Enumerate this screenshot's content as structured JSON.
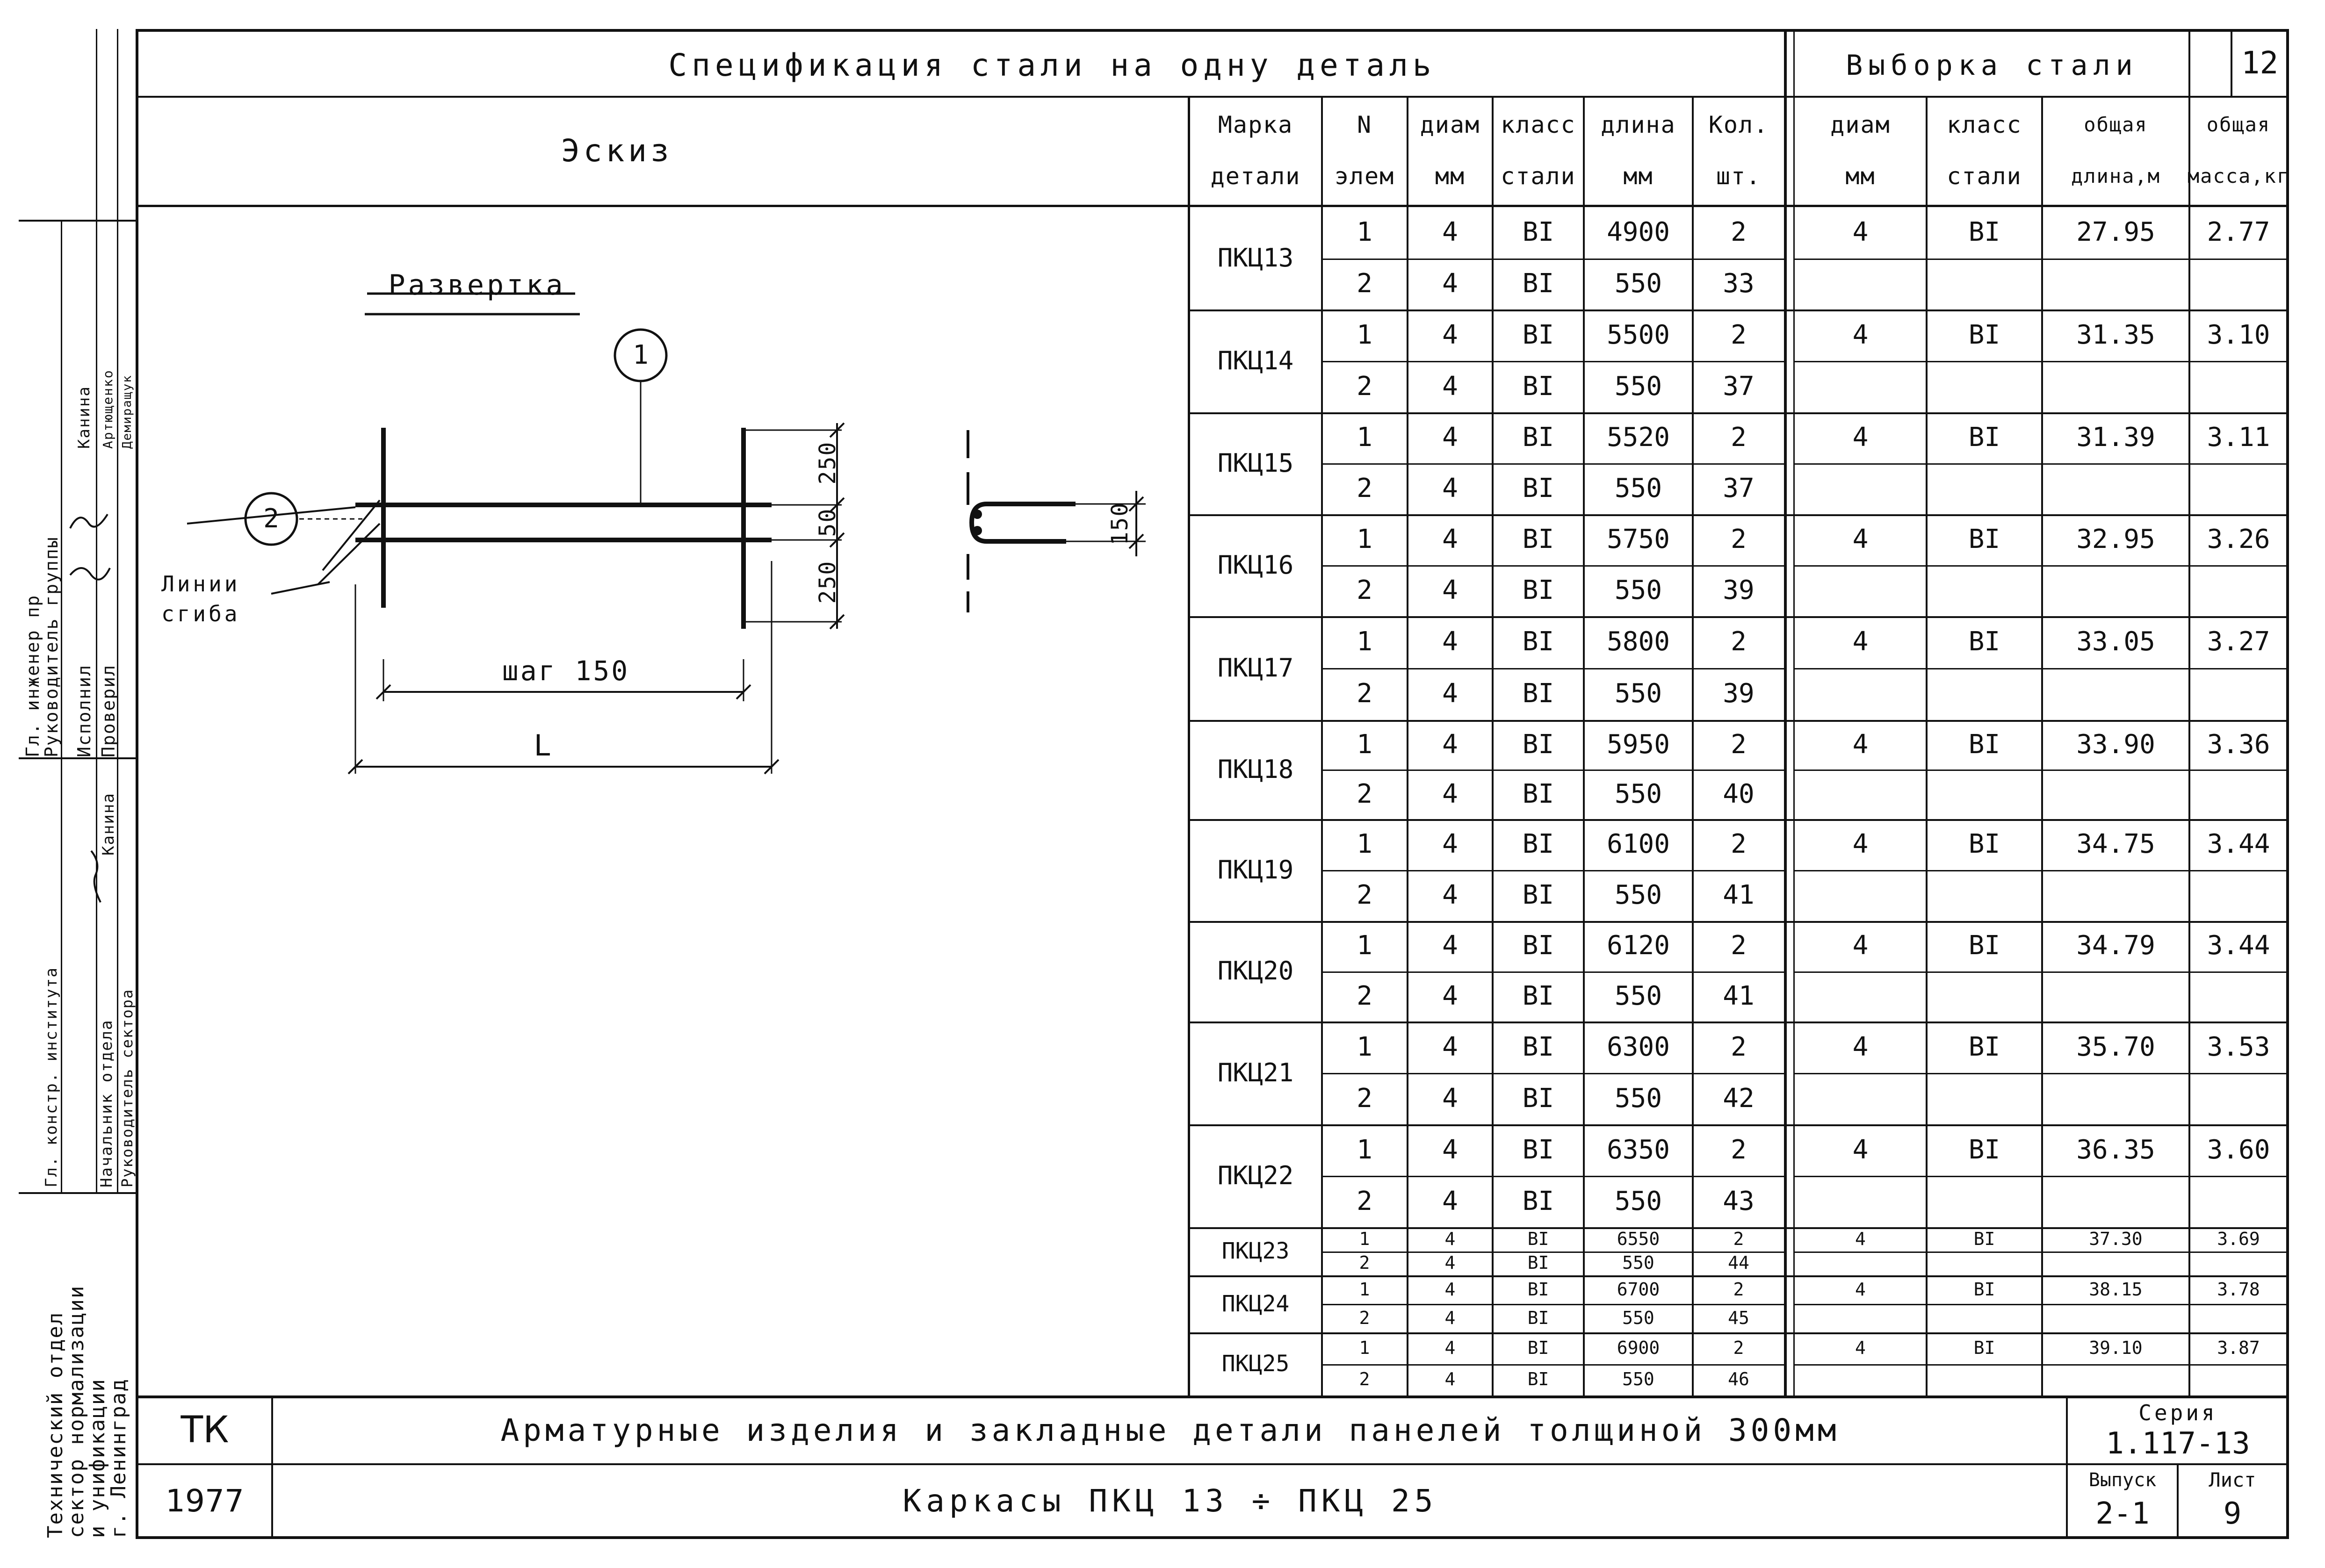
{
  "header": {
    "spec_title": "Спецификация стали на одну деталь",
    "selection_title": "Выборка стали",
    "sheet_corner": "12"
  },
  "columns": {
    "sketch": "Эскиз",
    "mark": [
      "Марка",
      "детали"
    ],
    "elem": [
      "N",
      "элем"
    ],
    "diam": [
      "диам",
      "мм"
    ],
    "steel_class": [
      "класс",
      "стали"
    ],
    "length": [
      "длина",
      "мм"
    ],
    "qty": [
      "Кол.",
      "шт."
    ],
    "sel_diam": [
      "диам",
      "мм"
    ],
    "sel_class": [
      "класс",
      "стали"
    ],
    "sel_total_length": [
      "общая",
      "длина,м"
    ],
    "sel_total_mass": [
      "общая",
      "масса,кг"
    ]
  },
  "sketch": {
    "title": "Развертка",
    "bend_lines_label": [
      "Линии",
      "сгиба"
    ],
    "step_label": "шаг 150",
    "length_label": "L",
    "pos1": "1",
    "pos2": "2",
    "dim_250_top": "250",
    "dim_50": "50",
    "dim_250_bottom": "250",
    "dim_150": "150"
  },
  "rows": [
    {
      "mark": "ПКЦ13",
      "e1": {
        "n": "1",
        "d": "4",
        "cls": "BI",
        "len": "4900",
        "qty": "2"
      },
      "e2": {
        "n": "2",
        "d": "4",
        "cls": "BI",
        "len": "550",
        "qty": "33"
      },
      "sel": {
        "d": "4",
        "cls": "BI",
        "total_len": "27.95",
        "mass": "2.77"
      }
    },
    {
      "mark": "ПКЦ14",
      "e1": {
        "n": "1",
        "d": "4",
        "cls": "BI",
        "len": "5500",
        "qty": "2"
      },
      "e2": {
        "n": "2",
        "d": "4",
        "cls": "BI",
        "len": "550",
        "qty": "37"
      },
      "sel": {
        "d": "4",
        "cls": "BI",
        "total_len": "31.35",
        "mass": "3.10"
      }
    },
    {
      "mark": "ПКЦ15",
      "e1": {
        "n": "1",
        "d": "4",
        "cls": "BI",
        "len": "5520",
        "qty": "2"
      },
      "e2": {
        "n": "2",
        "d": "4",
        "cls": "BI",
        "len": "550",
        "qty": "37"
      },
      "sel": {
        "d": "4",
        "cls": "BI",
        "total_len": "31.39",
        "mass": "3.11"
      }
    },
    {
      "mark": "ПКЦ16",
      "e1": {
        "n": "1",
        "d": "4",
        "cls": "BI",
        "len": "5750",
        "qty": "2"
      },
      "e2": {
        "n": "2",
        "d": "4",
        "cls": "BI",
        "len": "550",
        "qty": "39"
      },
      "sel": {
        "d": "4",
        "cls": "BI",
        "total_len": "32.95",
        "mass": "3.26"
      }
    },
    {
      "mark": "ПКЦ17",
      "e1": {
        "n": "1",
        "d": "4",
        "cls": "BI",
        "len": "5800",
        "qty": "2"
      },
      "e2": {
        "n": "2",
        "d": "4",
        "cls": "BI",
        "len": "550",
        "qty": "39"
      },
      "sel": {
        "d": "4",
        "cls": "BI",
        "total_len": "33.05",
        "mass": "3.27"
      }
    },
    {
      "mark": "ПКЦ18",
      "e1": {
        "n": "1",
        "d": "4",
        "cls": "BI",
        "len": "5950",
        "qty": "2"
      },
      "e2": {
        "n": "2",
        "d": "4",
        "cls": "BI",
        "len": "550",
        "qty": "40"
      },
      "sel": {
        "d": "4",
        "cls": "BI",
        "total_len": "33.90",
        "mass": "3.36"
      }
    },
    {
      "mark": "ПКЦ19",
      "e1": {
        "n": "1",
        "d": "4",
        "cls": "BI",
        "len": "6100",
        "qty": "2"
      },
      "e2": {
        "n": "2",
        "d": "4",
        "cls": "BI",
        "len": "550",
        "qty": "41"
      },
      "sel": {
        "d": "4",
        "cls": "BI",
        "total_len": "34.75",
        "mass": "3.44"
      }
    },
    {
      "mark": "ПКЦ20",
      "e1": {
        "n": "1",
        "d": "4",
        "cls": "BI",
        "len": "6120",
        "qty": "2"
      },
      "e2": {
        "n": "2",
        "d": "4",
        "cls": "BI",
        "len": "550",
        "qty": "41"
      },
      "sel": {
        "d": "4",
        "cls": "BI",
        "total_len": "34.79",
        "mass": "3.44"
      }
    },
    {
      "mark": "ПКЦ21",
      "e1": {
        "n": "1",
        "d": "4",
        "cls": "BI",
        "len": "6300",
        "qty": "2"
      },
      "e2": {
        "n": "2",
        "d": "4",
        "cls": "BI",
        "len": "550",
        "qty": "42"
      },
      "sel": {
        "d": "4",
        "cls": "BI",
        "total_len": "35.70",
        "mass": "3.53"
      }
    },
    {
      "mark": "ПКЦ22",
      "e1": {
        "n": "1",
        "d": "4",
        "cls": "BI",
        "len": "6350",
        "qty": "2"
      },
      "e2": {
        "n": "2",
        "d": "4",
        "cls": "BI",
        "len": "550",
        "qty": "43"
      },
      "sel": {
        "d": "4",
        "cls": "BI",
        "total_len": "36.35",
        "mass": "3.60"
      }
    },
    {
      "mark": "ПКЦ23",
      "e1": {
        "n": "1",
        "d": "4",
        "cls": "BI",
        "len": "6550",
        "qty": "2"
      },
      "e2": {
        "n": "2",
        "d": "4",
        "cls": "BI",
        "len": "550",
        "qty": "44"
      },
      "sel": {
        "d": "4",
        "cls": "BI",
        "total_len": "37.30",
        "mass": "3.69"
      }
    },
    {
      "mark": "ПКЦ24",
      "e1": {
        "n": "1",
        "d": "4",
        "cls": "BI",
        "len": "6700",
        "qty": "2"
      },
      "e2": {
        "n": "2",
        "d": "4",
        "cls": "BI",
        "len": "550",
        "qty": "45"
      },
      "sel": {
        "d": "4",
        "cls": "BI",
        "total_len": "38.15",
        "mass": "3.78"
      }
    },
    {
      "mark": "ПКЦ25",
      "e1": {
        "n": "1",
        "d": "4",
        "cls": "BI",
        "len": "6900",
        "qty": "2"
      },
      "e2": {
        "n": "2",
        "d": "4",
        "cls": "BI",
        "len": "550",
        "qty": "46"
      },
      "sel": {
        "d": "4",
        "cls": "BI",
        "total_len": "39.10",
        "mass": "3.87"
      }
    }
  ],
  "title_block": {
    "code": "ТК",
    "year": "1977",
    "title": "Арматурные изделия и закладные детали панелей толщиной 300мм",
    "subtitle": "Каркасы ПКЦ 13 ÷ ПКЦ 25",
    "series_label": "Серия",
    "series_value": "1.117-13",
    "issue_label": "Выпуск",
    "issue_value": "2-1",
    "sheet_label": "Лист",
    "sheet_value": "9"
  },
  "side_stamp": {
    "org": [
      "Технический отдел",
      "сектор нормализации",
      "и унификации",
      "г. Ленинград"
    ],
    "roles_top": [
      "Гл. инженер пр",
      "Руководитель группы",
      "Исполнил",
      "Проверил"
    ],
    "names_top": [
      "Канина",
      "Артющенко",
      "Демиращук"
    ],
    "proveril_name": "Канина",
    "roles_bottom": [
      "Гл. констр. института",
      "Начальник отдела",
      "Руководитель сектора"
    ]
  }
}
